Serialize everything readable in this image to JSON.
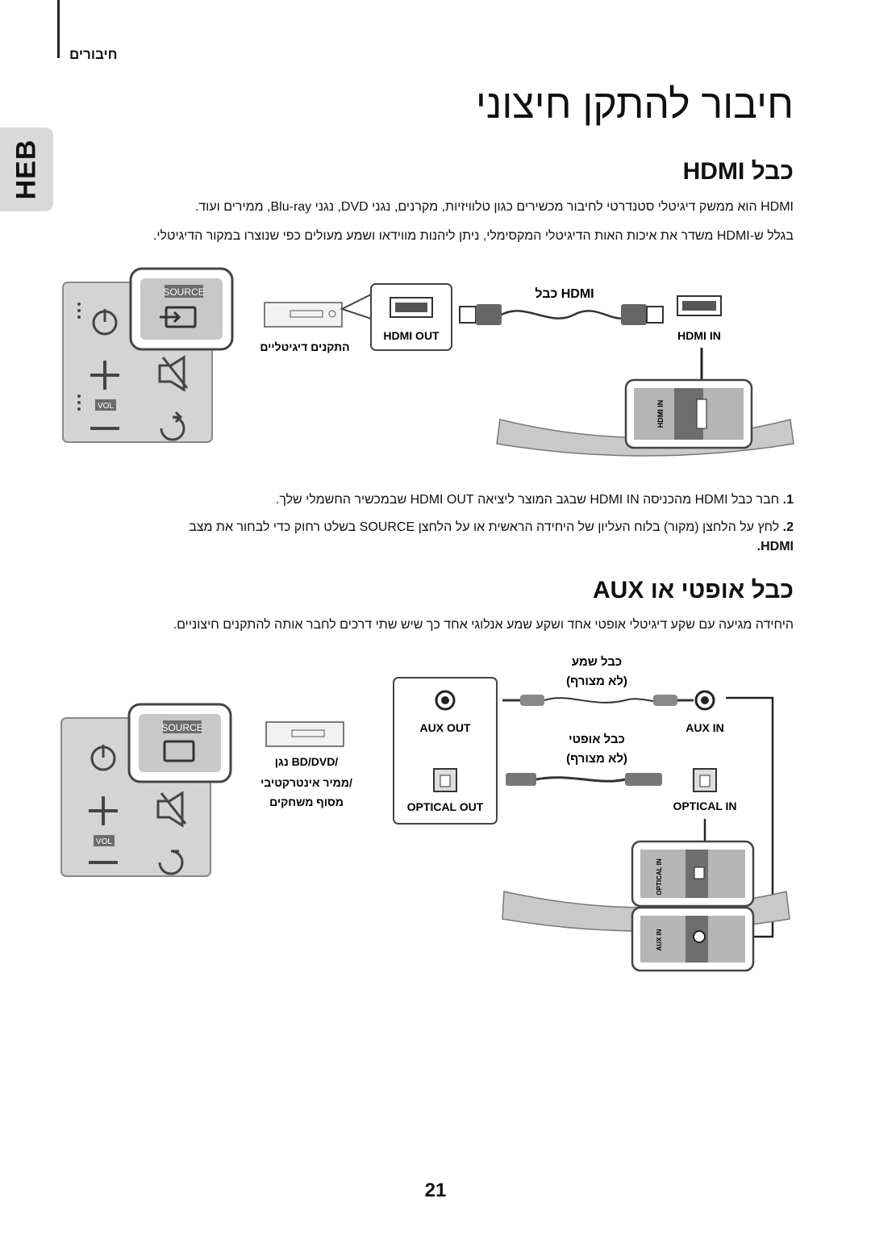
{
  "header": {
    "section_label": "חיבורים"
  },
  "language_tab": "HEB",
  "page_title": "חיבור להתקן חיצוני",
  "hdmi_section": {
    "title": "כבל HDMI",
    "paragraph_1": "HDMI הוא ממשק דיגיטלי סטנדרטי לחיבור מכשירים כגון טלוויזיות, מקרנים, נגני DVD, נגני Blu-ray, ממירים ועוד.",
    "paragraph_2": "בגלל ש-HDMI משדר את איכות האות הדיגיטלי המקסימלי, ניתן ליהנות מווידאו ושמע מעולים כפי שנוצרו במקור הדיגיטלי.",
    "diagram": {
      "cable_label": "כבל HDMI",
      "hdmi_out_label": "HDMI OUT",
      "hdmi_in_label": "HDMI IN",
      "device_label": "התקנים דיגיטליים",
      "source_label": "SOURCE",
      "vol_label": "VOL",
      "panel_port_label": "HDMI IN"
    },
    "steps": [
      {
        "num": "1.",
        "text": "חבר כבל HDMI מהכניסה HDMI IN שבגב המוצר ליציאה HDMI OUT שבמכשיר החשמלי שלך."
      },
      {
        "num": "2.",
        "text": "לחץ על הלחצן (מקור) בלוח העליון של היחידה הראשית או על הלחצן SOURCE בשלט רחוק כדי לבחור את מצב",
        "text_cont": "HDMI."
      }
    ]
  },
  "aux_section": {
    "title": "כבל אופטי או AUX",
    "paragraph": "היחידה מגיעה עם שקע דיגיטלי אופטי אחד ושקע שמע אנלוגי אחד כך שיש שתי דרכים לחבר אותה להתקנים חיצוניים.",
    "diagram": {
      "audio_cable_label": "כבל שמע",
      "audio_cable_note": "(לא מצורף)",
      "optical_cable_label": "כבל אופטי",
      "optical_cable_note": "(לא מצורף)",
      "aux_out_label": "AUX OUT",
      "optical_out_label": "OPTICAL OUT",
      "aux_in_label": "AUX IN",
      "optical_in_label": "OPTICAL IN",
      "device_label_1": "נגן BD/DVD/",
      "device_label_2": "ממיר אינטרקטיבי/",
      "device_label_3": "מסוף משחקים",
      "source_label": "SOURCE",
      "vol_label": "VOL",
      "panel_optical_label": "OPTICAL IN",
      "panel_aux_label": "AUX IN"
    }
  },
  "page_number": "21"
}
